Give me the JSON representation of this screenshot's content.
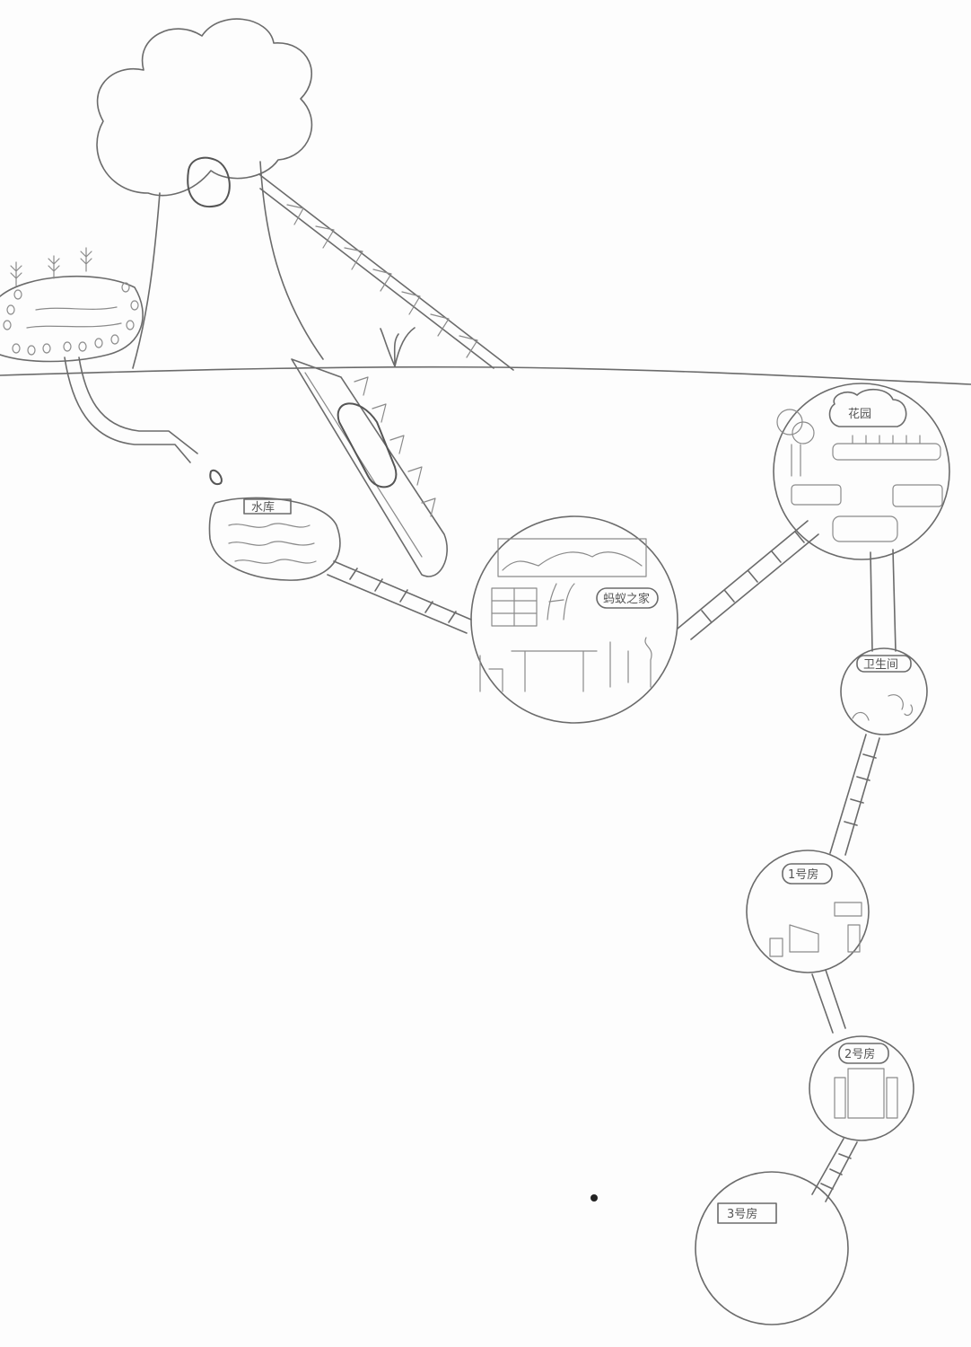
{
  "drawing": {
    "labels": {
      "reservoir": "水库",
      "ant_home": "蚂蚁之家",
      "garden": "花园",
      "bathroom": "卫生间",
      "room1": "1号房",
      "room2": "2号房",
      "room3": "3号房"
    }
  }
}
